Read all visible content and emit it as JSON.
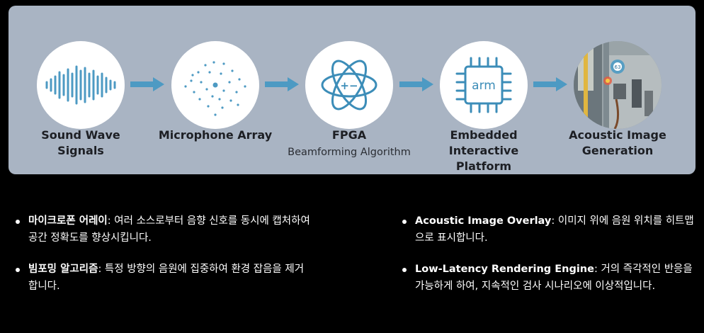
{
  "diagram": {
    "stages": [
      {
        "name": "sound-wave",
        "label": "Sound Wave\nSignals",
        "sublabel": ""
      },
      {
        "name": "microphone-array",
        "label": "Microphone Array",
        "sublabel": ""
      },
      {
        "name": "fpga",
        "label": "FPGA",
        "sublabel": "Beamforming Algorithm"
      },
      {
        "name": "embedded",
        "label": "Embedded Interactive\nPlatform",
        "sublabel": ""
      },
      {
        "name": "acoustic-image",
        "label": "Acoustic Image\nGeneration",
        "sublabel": ""
      }
    ],
    "arm_text": "arm",
    "marker_text": "63"
  },
  "features_left": [
    {
      "term": "마이크로폰 어레이",
      "desc": ": 여러 소스로부터 음향 신호를 동시에 캡처하여 공간 정확도를 향상시킵니다."
    },
    {
      "term": "빔포밍 알고리즘",
      "desc": ": 특정 방향의 음원에 집중하여 환경 잡음을 제거합니다."
    }
  ],
  "features_right": [
    {
      "term": "Acoustic Image Overlay",
      "desc": ": 이미지 위에 음원 위치를 히트맵으로 표시합니다."
    },
    {
      "term": "Low-Latency Rendering Engine",
      "desc": ": 거의 즉각적인 반응을 가능하게 하여, 지속적인 검사 시나리오에 이상적입니다."
    }
  ],
  "colors": {
    "panel": "#a9b4c3",
    "accent": "#4d9ac3",
    "text_dark": "#1d1f24"
  }
}
